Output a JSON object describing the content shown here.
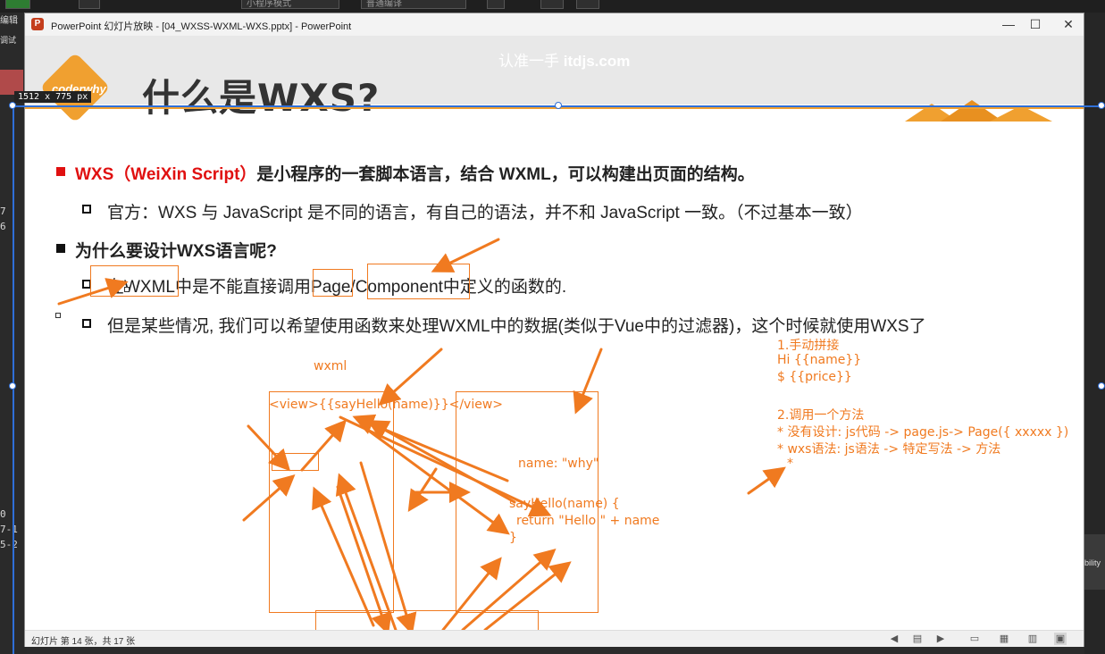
{
  "app_strip": {
    "item1": "小程序模式",
    "item2": "普通编译"
  },
  "left_edge": {
    "frag1": "编辑",
    "frag2": "调试 ",
    "frag3": "7",
    "frag4": "6",
    "frag5": "0",
    "frag6": "7-1",
    "frag7": "5-2"
  },
  "right_edge": {
    "frag": "bility"
  },
  "window": {
    "title": "PowerPoint 幻灯片放映 - [04_WXSS-WXML-WXS.pptx] - PowerPoint",
    "logo": "P",
    "minimize": "—",
    "maximize": "☐",
    "close": "✕"
  },
  "slide": {
    "header": {
      "logo_text": "coderwhy",
      "title": "什么是WXS?",
      "watermark_prefix": "认准一手 ",
      "watermark_site": "itdjs.com"
    },
    "line1_red": "WXS（WeiXin Script）",
    "line1_rest": "是小程序的一套脚本语言，结合 WXML，可以构建出页面的结构。",
    "line2": "官方：WXS 与 JavaScript 是不同的语言，有自己的语法，并不和 JavaScript 一致。（不过基本一致）",
    "line3": "为什么要设计WXS语言呢?",
    "line4_a": "在WXML",
    "line4_b": "中是不能直接调用",
    "line4_c": "Page",
    "line4_d": "/",
    "line4_e": "Component",
    "line4_f": "中定义的函数的.",
    "line5": "但是某些情况, 我们可以希望使用函数来处理WXML中的数据(类似于Vue中的过滤器)，这个时候就使用WXS了"
  },
  "annotations": {
    "wxml_label": "wxml",
    "view_code": "<view>{{sayHello(name)}}</view>",
    "name_why": "name: \"why\"",
    "say_hello": "sayHello(name) {",
    "return_line": "return \"Hello \" + name",
    "brace": "}",
    "n1": "1.手动拼接",
    "n2": "Hi {{name}}",
    "n3": "$ {{price}}",
    "n4": "2.调用一个方法",
    "n5": "* 没有设计: js代码 -> page.js-> Page({ xxxxx })",
    "n6": "* wxs语法: js语法 -> 特定写法 -> 方法",
    "n7": "*",
    "annotation_color": "#f07a20"
  },
  "status": {
    "slide_info": "幻灯片 第 14 张，共 17 张"
  },
  "overlay": {
    "dimension_tag": "1512 x 775  px",
    "selection_color": "#2f6fd8"
  }
}
